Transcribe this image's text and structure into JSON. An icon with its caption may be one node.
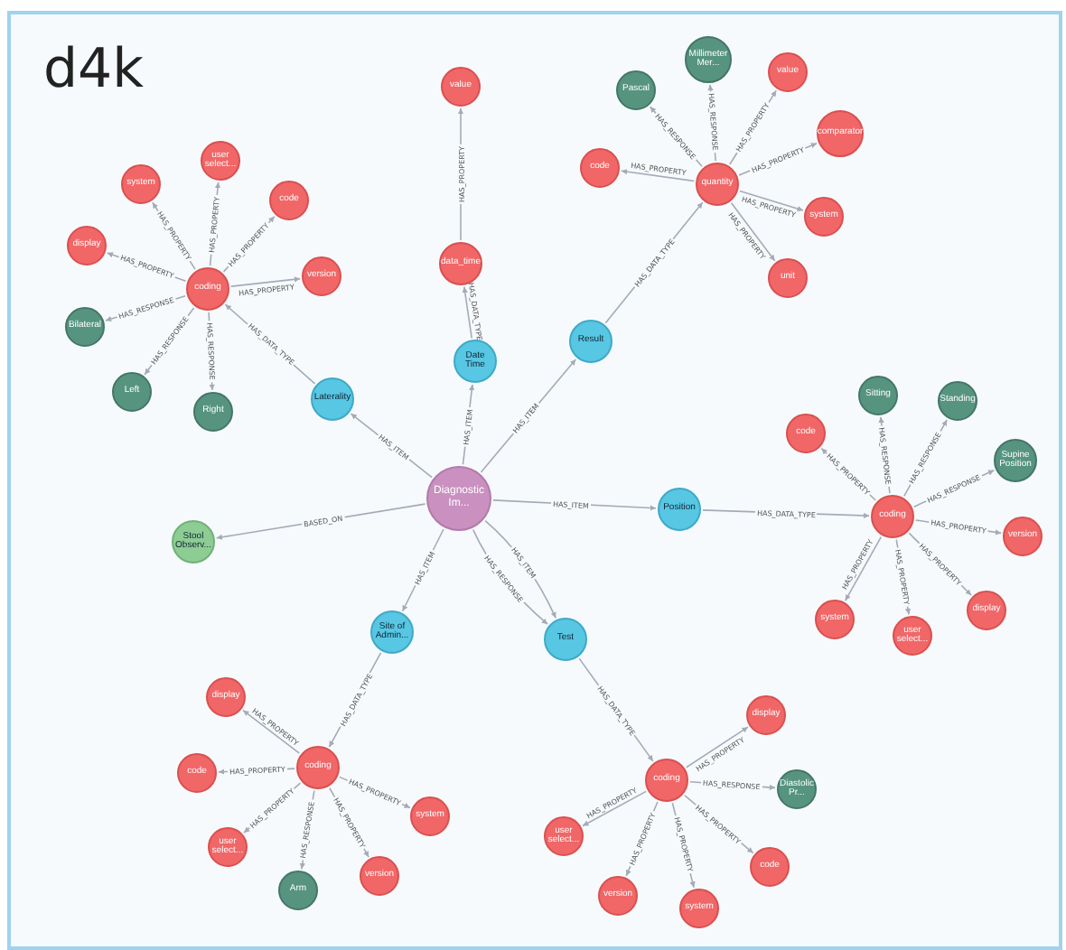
{
  "diagram": {
    "nodes": [
      {
        "text": [
          "Diagnostic Im..."
        ]
      },
      {
        "text": [
          "Laterality"
        ]
      },
      {
        "text": [
          "Date Time"
        ]
      },
      {
        "text": [
          "Result"
        ]
      },
      {
        "text": [
          "Position"
        ]
      },
      {
        "text": [
          "Test"
        ]
      },
      {
        "text": [
          "Site of Admin..."
        ]
      },
      {
        "text": [
          "Stool Observ..."
        ]
      },
      {
        "text": [
          "coding"
        ]
      },
      {
        "text": [
          "system"
        ]
      },
      {
        "text": [
          "user select..."
        ]
      },
      {
        "text": [
          "code"
        ]
      },
      {
        "text": [
          "version"
        ]
      },
      {
        "text": [
          "display"
        ]
      },
      {
        "text": [
          "Bilateral"
        ]
      },
      {
        "text": [
          "Left"
        ]
      },
      {
        "text": [
          "Right"
        ]
      },
      {
        "text": [
          "data_time"
        ]
      },
      {
        "text": [
          "value"
        ]
      },
      {
        "text": [
          "quantity"
        ]
      },
      {
        "text": [
          "code"
        ]
      },
      {
        "text": [
          "Pascal"
        ]
      },
      {
        "text": [
          "Millimeter Mer..."
        ]
      },
      {
        "text": [
          "value"
        ]
      },
      {
        "text": [
          "comparator"
        ]
      },
      {
        "text": [
          "system"
        ]
      },
      {
        "text": [
          "unit"
        ]
      },
      {
        "text": [
          "coding"
        ]
      },
      {
        "text": [
          "code"
        ]
      },
      {
        "text": [
          "Sitting"
        ]
      },
      {
        "text": [
          "Standing"
        ]
      },
      {
        "text": [
          "Supine Position"
        ]
      },
      {
        "text": [
          "version"
        ]
      },
      {
        "text": [
          "display"
        ]
      },
      {
        "text": [
          "user select..."
        ]
      },
      {
        "text": [
          "system"
        ]
      },
      {
        "text": [
          "coding"
        ]
      },
      {
        "text": [
          "display"
        ]
      },
      {
        "text": [
          "code"
        ]
      },
      {
        "text": [
          "user select..."
        ]
      },
      {
        "text": [
          "Arm"
        ]
      },
      {
        "text": [
          "version"
        ]
      },
      {
        "text": [
          "system"
        ]
      },
      {
        "text": [
          "coding"
        ]
      },
      {
        "text": [
          "display"
        ]
      },
      {
        "text": [
          "Diastolic Pr..."
        ]
      },
      {
        "text": [
          "code"
        ]
      },
      {
        "text": [
          "system"
        ]
      },
      {
        "text": [
          "version"
        ]
      },
      {
        "text": [
          "user select..."
        ]
      }
    ],
    "edges": [
      {
        "from": 0,
        "to": 1,
        "arrow": "to",
        "label": "HAS_ITEM"
      },
      {
        "from": 0,
        "to": 2,
        "arrow": "to",
        "label": "HAS_ITEM"
      },
      {
        "from": 0,
        "to": 3,
        "arrow": "to",
        "label": "HAS_ITEM"
      },
      {
        "from": 0,
        "to": 4,
        "arrow": "to",
        "label": "HAS_ITEM"
      },
      {
        "from": 0,
        "to": 5,
        "arrow": "to",
        "label": "HAS_ITEM"
      },
      {
        "from": 0,
        "to": 5,
        "arrow": "to",
        "label": "HAS_RESPONSE"
      },
      {
        "from": 0,
        "to": 6,
        "arrow": "to",
        "label": "HAS_ITEM"
      },
      {
        "from": 0,
        "to": 7,
        "arrow": "to",
        "label": "BASED_ON"
      },
      {
        "from": 1,
        "to": 8,
        "arrow": "to",
        "label": "HAS_DATA_TYPE"
      },
      {
        "from": 8,
        "to": 9,
        "arrow": "to",
        "label": "HAS_PROPERTY"
      },
      {
        "from": 8,
        "to": 10,
        "arrow": "to",
        "label": "HAS_PROPERTY"
      },
      {
        "from": 8,
        "to": 11,
        "arrow": "to",
        "label": "HAS_PROPERTY"
      },
      {
        "from": 8,
        "to": 12,
        "arrow": "to",
        "label": "HAS_PROPERTY"
      },
      {
        "from": 8,
        "to": 13,
        "arrow": "to",
        "label": "HAS_PROPERTY"
      },
      {
        "from": 8,
        "to": 14,
        "arrow": "to",
        "label": "HAS_RESPONSE"
      },
      {
        "from": 8,
        "to": 15,
        "arrow": "to",
        "label": "HAS_RESPONSE"
      },
      {
        "from": 8,
        "to": 16,
        "arrow": "to",
        "label": "HAS_RESPONSE"
      },
      {
        "from": 2,
        "to": 17,
        "arrow": "to",
        "label": "HAS_DATA_TYPE"
      },
      {
        "from": 17,
        "to": 18,
        "arrow": "to",
        "label": "HAS_PROPERTY"
      },
      {
        "from": 3,
        "to": 19,
        "arrow": "to",
        "label": "HAS_DATA_TYPE"
      },
      {
        "from": 19,
        "to": 20,
        "arrow": "to",
        "label": "HAS_PROPERTY"
      },
      {
        "from": 19,
        "to": 21,
        "arrow": "to",
        "label": "HAS_RESPONSE"
      },
      {
        "from": 19,
        "to": 22,
        "arrow": "to",
        "label": "HAS_RESPONSE"
      },
      {
        "from": 19,
        "to": 23,
        "arrow": "to",
        "label": "HAS_PROPERTY"
      },
      {
        "from": 19,
        "to": 24,
        "arrow": "to",
        "label": "HAS_PROPERTY"
      },
      {
        "from": 19,
        "to": 25,
        "arrow": "to",
        "label": "HAS_PROPERTY"
      },
      {
        "from": 19,
        "to": 26,
        "arrow": "to",
        "label": "HAS_PROPERTY"
      },
      {
        "from": 4,
        "to": 27,
        "arrow": "to",
        "label": "HAS_DATA_TYPE"
      },
      {
        "from": 27,
        "to": 28,
        "arrow": "to",
        "label": "HAS_PROPERTY"
      },
      {
        "from": 27,
        "to": 29,
        "arrow": "to",
        "label": "HAS_RESPONSE"
      },
      {
        "from": 27,
        "to": 30,
        "arrow": "to",
        "label": "HAS_RESPONSE"
      },
      {
        "from": 27,
        "to": 31,
        "arrow": "to",
        "label": "HAS_RESPONSE"
      },
      {
        "from": 27,
        "to": 32,
        "arrow": "to",
        "label": "HAS_PROPERTY"
      },
      {
        "from": 27,
        "to": 33,
        "arrow": "to",
        "label": "HAS_PROPERTY"
      },
      {
        "from": 27,
        "to": 34,
        "arrow": "to",
        "label": "HAS_PROPERTY"
      },
      {
        "from": 27,
        "to": 35,
        "arrow": "to",
        "label": "HAS_PROPERTY"
      },
      {
        "from": 6,
        "to": 36,
        "arrow": "to",
        "label": "HAS_DATA_TYPE"
      },
      {
        "from": 36,
        "to": 37,
        "arrow": "to",
        "label": "HAS_PROPERTY"
      },
      {
        "from": 36,
        "to": 38,
        "arrow": "to",
        "label": "HAS_PROPERTY"
      },
      {
        "from": 36,
        "to": 39,
        "arrow": "to",
        "label": "HAS_PROPERTY"
      },
      {
        "from": 36,
        "to": 40,
        "arrow": "to",
        "label": "HAS_RESPONSE"
      },
      {
        "from": 36,
        "to": 41,
        "arrow": "to",
        "label": "HAS_PROPERTY"
      },
      {
        "from": 36,
        "to": 42,
        "arrow": "to",
        "label": "HAS_PROPERTY"
      },
      {
        "from": 5,
        "to": 43,
        "arrow": "to",
        "label": "HAS_DATA_TYPE"
      },
      {
        "from": 43,
        "to": 44,
        "arrow": "to",
        "label": "HAS_PROPERTY"
      },
      {
        "from": 43,
        "to": 45,
        "arrow": "to",
        "label": "HAS_RESPONSE"
      },
      {
        "from": 43,
        "to": 46,
        "arrow": "to",
        "label": "HAS_PROPERTY"
      },
      {
        "from": 43,
        "to": 47,
        "arrow": "to",
        "label": "HAS_PROPERTY"
      },
      {
        "from": 43,
        "to": 48,
        "arrow": "to",
        "label": "HAS_PROPERTY"
      },
      {
        "from": 43,
        "to": 49,
        "arrow": "to",
        "label": "HAS_PROPERTY"
      }
    ],
    "labels": [
      "d4k"
    ]
  }
}
